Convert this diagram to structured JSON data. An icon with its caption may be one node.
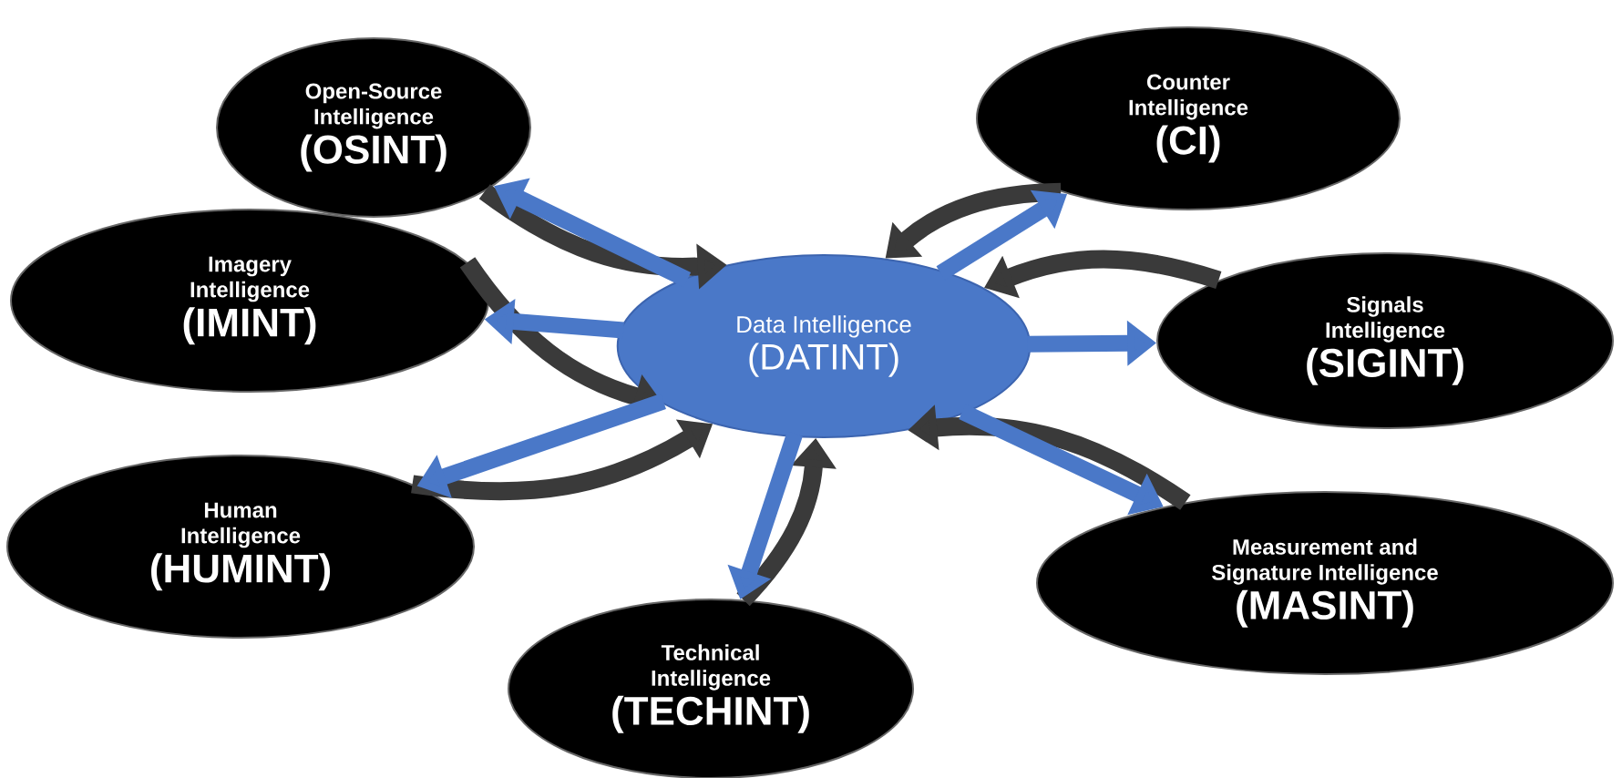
{
  "diagram": {
    "nodes": [
      {
        "text": [
          "Data Intelligence",
          "(DATINT)"
        ]
      },
      {
        "text": [
          "Open-Source Intelligence",
          "(OSINT)"
        ]
      },
      {
        "text": [
          "Counter Intelligence",
          "(CI)"
        ]
      },
      {
        "text": [
          "Imagery Intelligence",
          "(IMINT)"
        ]
      },
      {
        "text": [
          "Signals Intelligence",
          "(SIGINT)"
        ]
      },
      {
        "text": [
          "Human Intelligence",
          "(HUMINT)"
        ]
      },
      {
        "text": [
          "Measurement and Signature Intelligence",
          "(MASINT)"
        ]
      },
      {
        "text": [
          "Technical Intelligence",
          "(TECHINT)"
        ]
      }
    ],
    "edges": [
      {
        "from": 1,
        "to": 0,
        "arrow": "to",
        "color": "#3a3a3a"
      },
      {
        "from": 2,
        "to": 0,
        "arrow": "to",
        "color": "#3a3a3a"
      },
      {
        "from": 3,
        "to": 0,
        "arrow": "to",
        "color": "#3a3a3a"
      },
      {
        "from": 4,
        "to": 0,
        "arrow": "to",
        "color": "#3a3a3a"
      },
      {
        "from": 5,
        "to": 0,
        "arrow": "to",
        "color": "#3a3a3a"
      },
      {
        "from": 6,
        "to": 0,
        "arrow": "to",
        "color": "#3a3a3a"
      },
      {
        "from": 7,
        "to": 0,
        "arrow": "to",
        "color": "#3a3a3a"
      },
      {
        "from": 0,
        "to": 1,
        "arrow": "to",
        "color": "#4a78c8"
      },
      {
        "from": 0,
        "to": 2,
        "arrow": "to",
        "color": "#4a78c8"
      },
      {
        "from": 0,
        "to": 3,
        "arrow": "to",
        "color": "#4a78c8"
      },
      {
        "from": 0,
        "to": 4,
        "arrow": "to",
        "color": "#4a78c8"
      },
      {
        "from": 0,
        "to": 5,
        "arrow": "to",
        "color": "#4a78c8"
      },
      {
        "from": 0,
        "to": 6,
        "arrow": "to",
        "color": "#4a78c8"
      },
      {
        "from": 0,
        "to": 7,
        "arrow": "to",
        "color": "#4a78c8"
      }
    ]
  }
}
